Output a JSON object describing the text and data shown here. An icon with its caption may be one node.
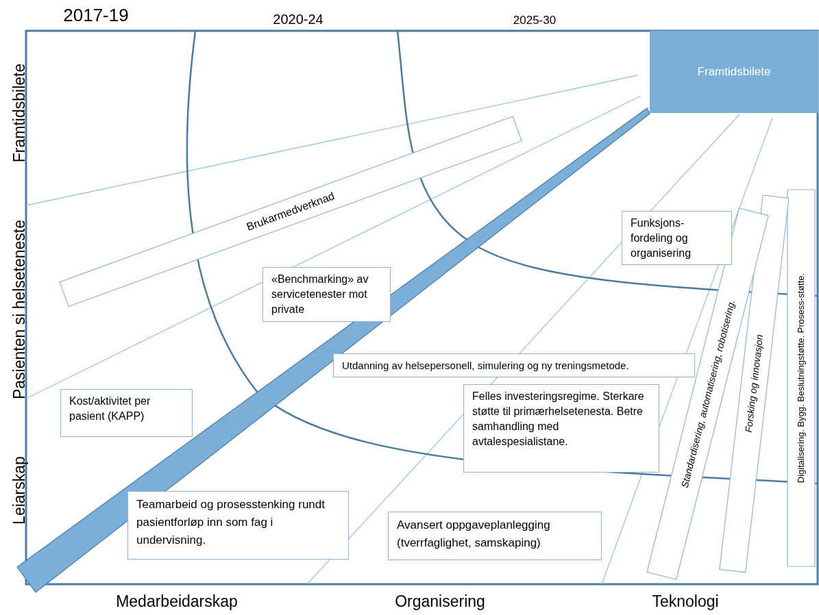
{
  "diagram": {
    "nodes": [
      {
        "text": [
          "Framtidsbilete"
        ]
      },
      {
        "text": [
          "Brukarmedverknad"
        ]
      },
      {
        "text": [
          "«Benchmarking» av servicetenester mot private"
        ]
      },
      {
        "text": [
          "Funksjons- fordeling og organisering"
        ]
      },
      {
        "text": [
          "Utdanning av helsepersonell, simulering og ny treningsmetode."
        ]
      },
      {
        "text": [
          "Kost/aktivitet per pasient (KAPP)"
        ]
      },
      {
        "text": [
          "Felles investeringsregime. Sterkare støtte til primærhelsetenesta. Betre samhandling med avtalespesialistane."
        ]
      },
      {
        "text": [
          "Teamarbeid og  prosesstenking rundt pasientforløp inn som fag i undervisning."
        ]
      },
      {
        "text": [
          "Avansert oppgaveplanlegging (tverrfaglighet, samskaping)"
        ]
      },
      {
        "text": [
          "Standardisering, automatisering, robotisering."
        ]
      },
      {
        "text": [
          "Forsking og innovasjon"
        ]
      },
      {
        "text": [
          "Digitalisering. Bygg. Beslutningstøtte. Prosess-støtte."
        ]
      }
    ],
    "labels": [
      "2017-19",
      "2020-24",
      "2025-30",
      "Framtidsbilete",
      "Pasienten si helseteneste",
      "Leiarskap",
      "Medarbeidarskap",
      "Organisering",
      "Teknologi"
    ]
  }
}
